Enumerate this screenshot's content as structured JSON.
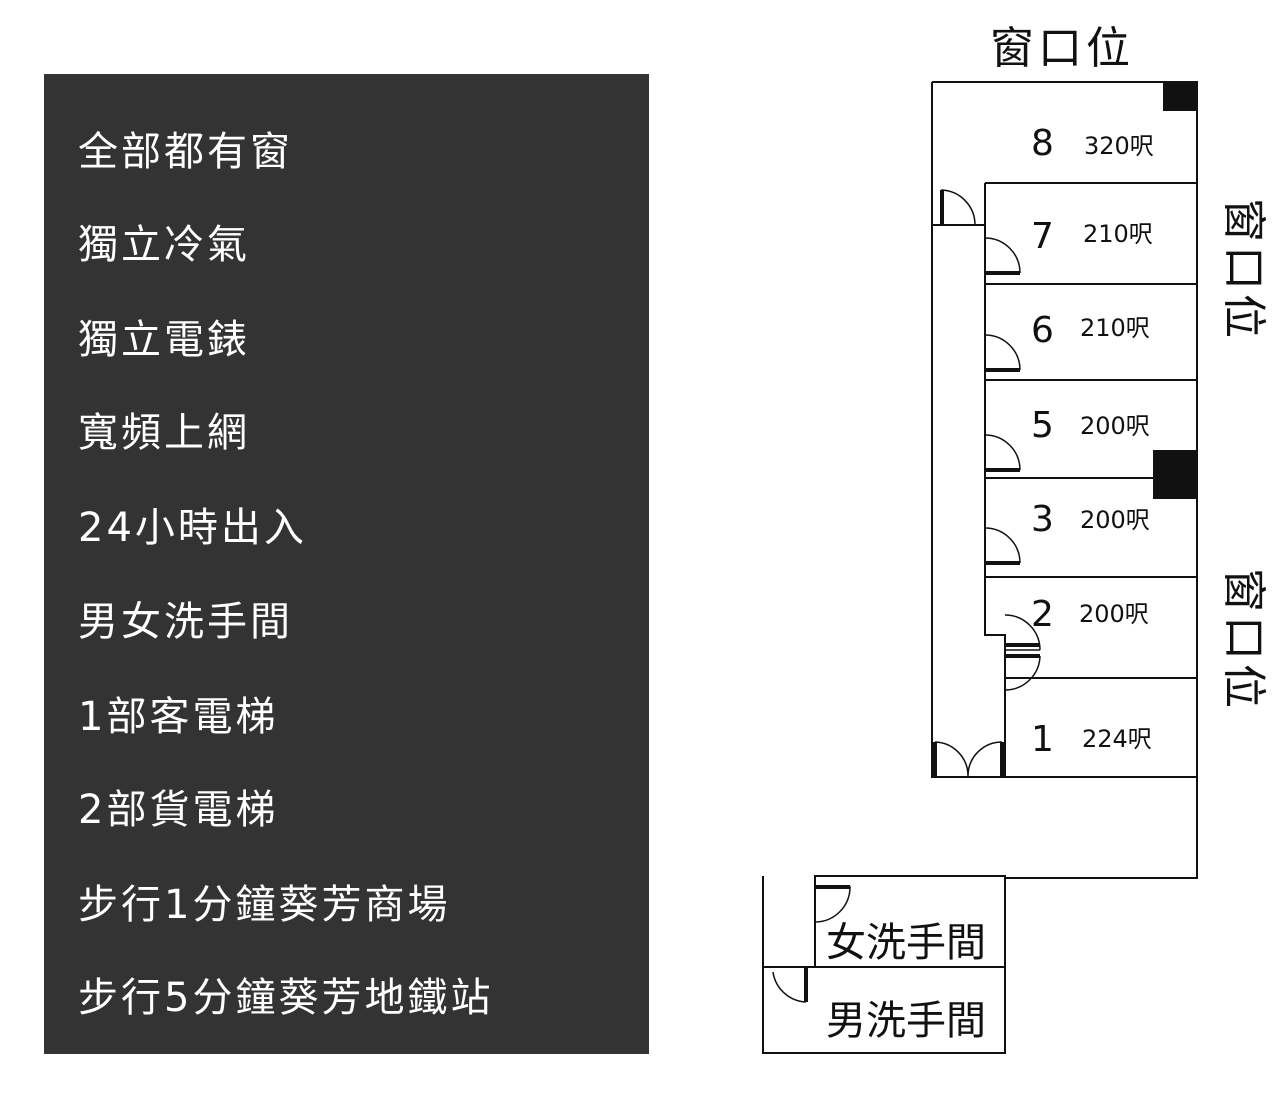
{
  "features": [
    "全部都有窗",
    "獨立冷氣",
    "獨立電錶",
    "寬頻上網",
    "24小時出入",
    "男女洗手間",
    "1部客電梯",
    "2部貨電梯",
    "步行1分鐘葵芳商場",
    "步行5分鐘葵芳地鐵站"
  ],
  "window_labels": {
    "top": "窗口位",
    "right_upper": "窗口位",
    "right_lower": "窗口位"
  },
  "rooms": [
    {
      "number": "8",
      "area": "320呎"
    },
    {
      "number": "7",
      "area": "210呎"
    },
    {
      "number": "6",
      "area": "210呎"
    },
    {
      "number": "5",
      "area": "200呎"
    },
    {
      "number": "3",
      "area": "200呎"
    },
    {
      "number": "2",
      "area": "200呎"
    },
    {
      "number": "1",
      "area": "224呎"
    }
  ],
  "toilets": {
    "female": "女洗手間",
    "male": "男洗手間"
  }
}
